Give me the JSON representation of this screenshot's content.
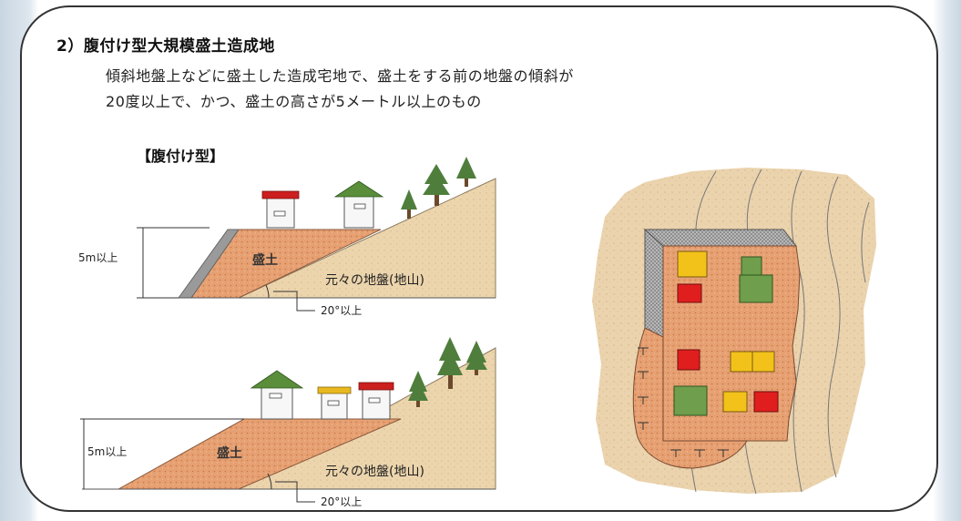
{
  "heading": "2）腹付け型大規模盛土造成地",
  "description": {
    "line1": "傾斜地盤上などに盛土した造成宅地で、盛土をする前の地盤の傾斜が",
    "line2": "20度以上で、かつ、盛土の高さが5メートル以上のもの"
  },
  "type_label": "【腹付け型】",
  "top_diagram": {
    "height_label": "5m以上",
    "fill_label": "盛土",
    "original_ground_label": "元々の地盤(地山)",
    "angle_label": "20°以上"
  },
  "bottom_diagram": {
    "height_label": "5m以上",
    "fill_label": "盛土",
    "original_ground_label": "元々の地盤(地山)",
    "angle_label": "20°以上"
  },
  "colors": {
    "fill_soil": "#e6a072",
    "original_ground": "#ecd5ad",
    "retaining_wall": "#9e9e9e",
    "tree": "#4f7e3c",
    "roof_red": "#cc1f1f",
    "roof_yellow": "#e8b820",
    "roof_green": "#5a8e3a",
    "house_red": "#e01e1e",
    "house_yellow": "#f2c21a",
    "house_green": "#6f9e4c"
  }
}
